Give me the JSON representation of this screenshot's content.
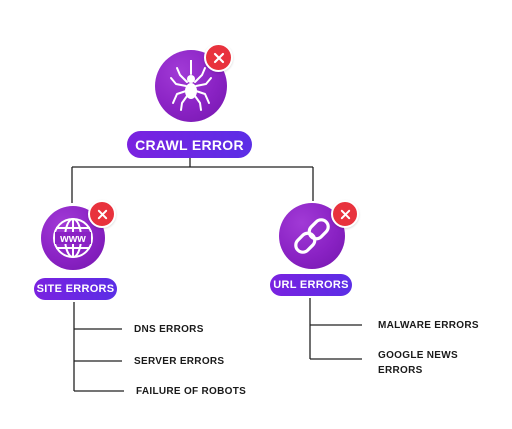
{
  "colors": {
    "circle": "#8a22c4",
    "pill": "#6a28e4",
    "badge": "#e8323d",
    "line": "#222222",
    "leaf_text": "#1a1a1a"
  },
  "root": {
    "label": "CRAWL ERROR",
    "icon": "spider-icon",
    "badge_icon": "close-icon"
  },
  "branches": [
    {
      "label": "SITE ERRORS",
      "icon": "globe-www-icon",
      "badge_icon": "close-icon",
      "globe_text": "www",
      "items": [
        "DNS ERRORS",
        "SERVER ERRORS",
        "FAILURE OF ROBOTS"
      ]
    },
    {
      "label": "URL ERRORS",
      "icon": "chain-link-icon",
      "badge_icon": "close-icon",
      "items": [
        "MALWARE ERRORS",
        "GOOGLE NEWS ERRORS"
      ]
    }
  ]
}
